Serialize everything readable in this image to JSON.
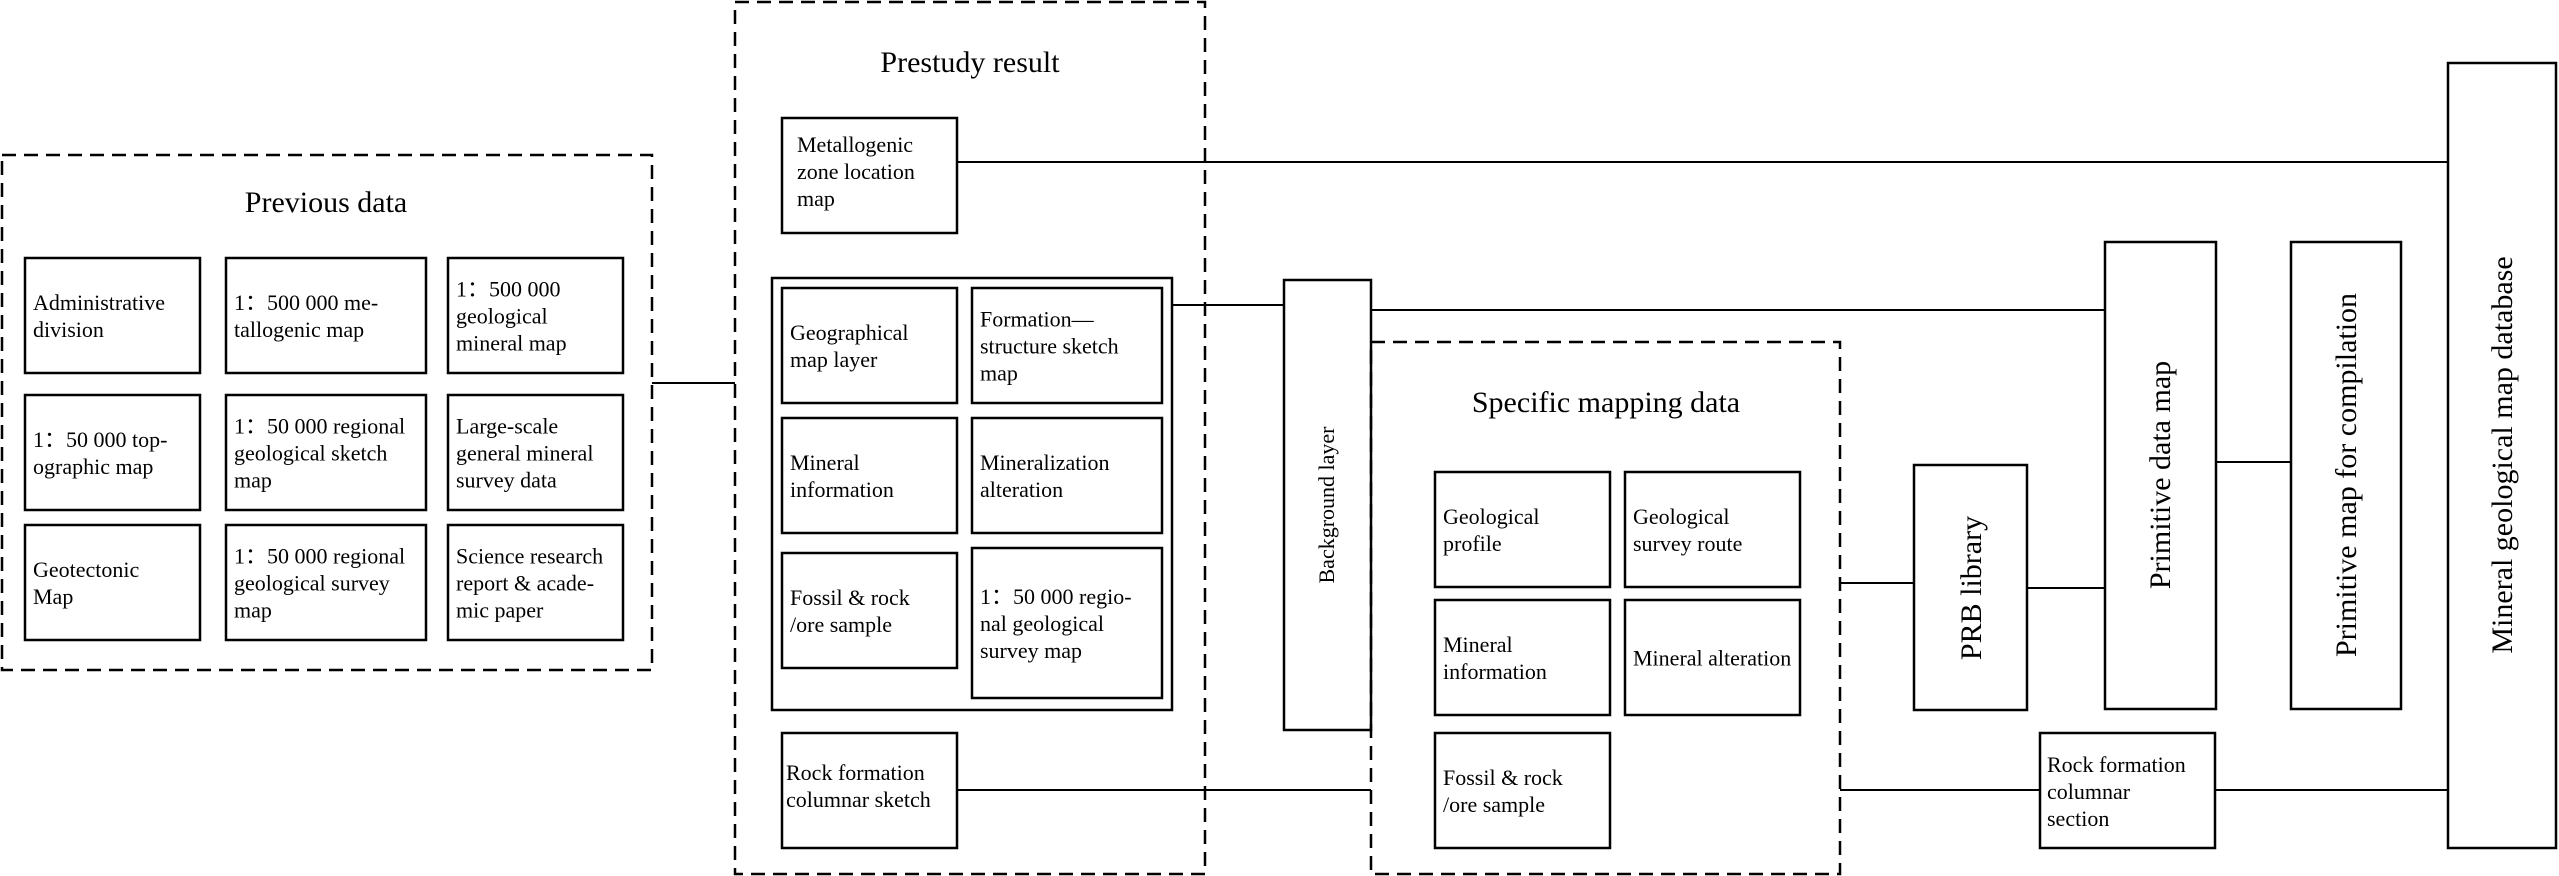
{
  "previous_data": {
    "title": "Previous data",
    "items": [
      [
        "Administrative",
        "division"
      ],
      [
        "1：500 000 me-",
        "tallogenic map"
      ],
      [
        "1：500 000",
        "geological",
        "mineral map"
      ],
      [
        "1：50 000 top-",
        "ographic map"
      ],
      [
        "1：50 000 regional",
        "geological sketch",
        "map"
      ],
      [
        "Large-scale",
        "general mineral",
        "survey data"
      ],
      [
        "Geotectonic",
        "Map"
      ],
      [
        "1：50 000 regional",
        "geological survey",
        "map"
      ],
      [
        "Science research",
        "report & acade-",
        "mic paper"
      ]
    ]
  },
  "prestudy": {
    "title": "Prestudy result",
    "metallogenic": [
      "Metallogenic",
      "zone location",
      "map"
    ],
    "items": [
      [
        "Geographical",
        "map layer"
      ],
      [
        "Formation—",
        "structure sketch",
        "map"
      ],
      [
        "Mineral",
        "information"
      ],
      [
        "Mineralization",
        "alteration"
      ],
      [
        "Fossil & rock",
        "/ore sample"
      ],
      [
        "1：50 000 regio-",
        "nal geological",
        "survey map"
      ]
    ],
    "rock_formation": [
      "Rock formation",
      "columnar sketch"
    ]
  },
  "background_layer": "Background layer",
  "specific": {
    "title": "Specific mapping data",
    "items": [
      [
        "Geological",
        "profile"
      ],
      [
        "Geological",
        "survey route"
      ],
      [
        "Mineral",
        "information"
      ],
      [
        "Mineral alteration"
      ],
      [
        "Fossil & rock",
        "/ore sample"
      ]
    ]
  },
  "prb_library": "PRB library",
  "rock_columnar_section": [
    "Rock formation",
    "columnar",
    "section"
  ],
  "primitive_data_map": "Primitive data map",
  "primitive_compilation": "Primitive map for compilation",
  "database": "Mineral geological map database"
}
